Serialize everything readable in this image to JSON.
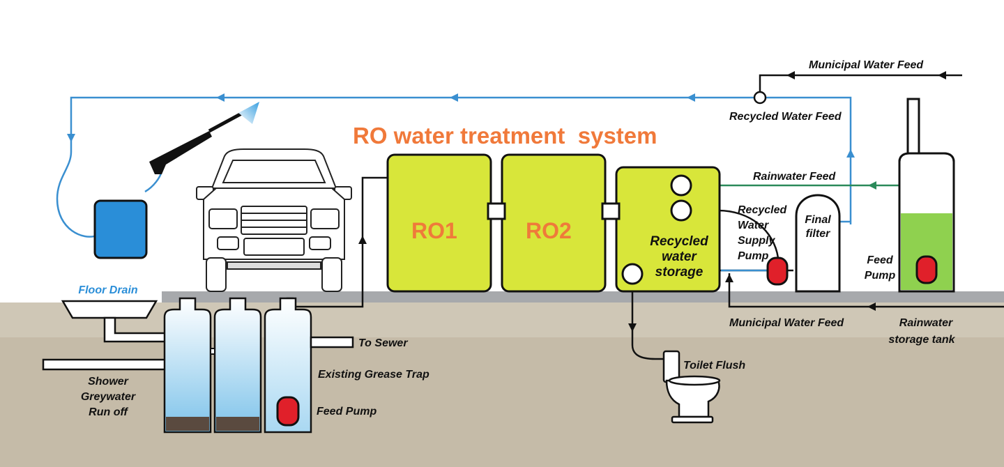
{
  "title": "RO water treatment  system",
  "tanks": {
    "ro1": "RO1",
    "ro2": "RO2",
    "storage_line1": "Recycled",
    "storage_line2": "water",
    "storage_line3": "storage"
  },
  "labels": {
    "municipal_feed_top": "Municipal Water Feed",
    "recycled_feed": "Recycled Water Feed",
    "rainwater_feed": "Rainwater Feed",
    "supply_pump_1": "Recycled",
    "supply_pump_2": "Water",
    "supply_pump_3": "Supply",
    "supply_pump_4": "Pump",
    "final_filter_1": "Final",
    "final_filter_2": "filter",
    "feed_pump_right_1": "Feed",
    "feed_pump_right_2": "Pump",
    "floor_drain": "Floor Drain",
    "to_sewer": "To Sewer",
    "grease_trap": "Existing Grease Trap",
    "feed_pump_left": "Feed Pump",
    "shower_1": "Shower",
    "shower_2": "Greywater",
    "shower_3": "Run off",
    "municipal_feed_bottom": "Municipal Water Feed",
    "rain_tank_1": "Rainwater",
    "rain_tank_2": "storage tank",
    "toilet": "Toilet Flush"
  },
  "colors": {
    "tank_fill": "#d8e63a",
    "title": "#f0793a",
    "ro_text": "#ef7a3a",
    "recycled_line": "#3a8fd0",
    "rainwater_line": "#2a8a5a",
    "pump_red": "#e0202a",
    "ground": "#c5bba8",
    "floor": "#a7a9ac",
    "washer_box": "#2a8ed8",
    "rain_water": "#8fd14f"
  }
}
